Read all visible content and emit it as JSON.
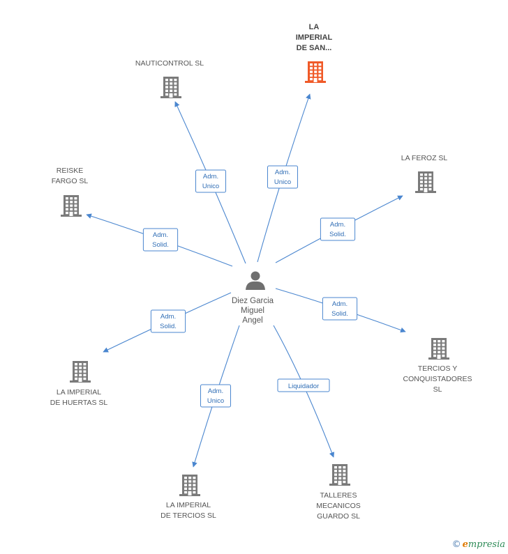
{
  "center": {
    "lines": [
      "Diez Garcia",
      "Miguel",
      "Angel"
    ],
    "icon": "person-icon"
  },
  "companies": [
    {
      "id": "la-imperial-de-san",
      "lines": [
        "LA",
        "IMPERIAL",
        "DE SAN..."
      ],
      "focus": true,
      "color": "#f05a28"
    },
    {
      "id": "nauticontrol",
      "lines": [
        "NAUTICONTROL SL"
      ],
      "focus": false,
      "color": "#7a7a7a"
    },
    {
      "id": "la-feroz",
      "lines": [
        "LA FEROZ SL"
      ],
      "focus": false,
      "color": "#7a7a7a"
    },
    {
      "id": "reiske-fargo",
      "lines": [
        "REISKE",
        "FARGO SL"
      ],
      "focus": false,
      "color": "#7a7a7a"
    },
    {
      "id": "tercios-y-conquistadores",
      "lines": [
        "TERCIOS Y",
        "CONQUISTADORES",
        "SL"
      ],
      "focus": false,
      "color": "#7a7a7a"
    },
    {
      "id": "la-imperial-de-huertas",
      "lines": [
        "LA IMPERIAL",
        "DE HUERTAS SL"
      ],
      "focus": false,
      "color": "#7a7a7a"
    },
    {
      "id": "la-imperial-de-tercios",
      "lines": [
        "LA IMPERIAL",
        "DE TERCIOS SL"
      ],
      "focus": false,
      "color": "#7a7a7a"
    },
    {
      "id": "talleres-mecanicos-guardo",
      "lines": [
        "TALLERES",
        "MECANICOS",
        "GUARDO SL"
      ],
      "focus": false,
      "color": "#7a7a7a"
    }
  ],
  "relations": [
    {
      "to": "la-imperial-de-san",
      "lines": [
        "Adm.",
        "Unico"
      ]
    },
    {
      "to": "nauticontrol",
      "lines": [
        "Adm.",
        "Unico"
      ]
    },
    {
      "to": "la-feroz",
      "lines": [
        "Adm.",
        "Solid."
      ]
    },
    {
      "to": "reiske-fargo",
      "lines": [
        "Adm.",
        "Solid."
      ]
    },
    {
      "to": "tercios-y-conquistadores",
      "lines": [
        "Adm.",
        "Solid."
      ]
    },
    {
      "to": "la-imperial-de-huertas",
      "lines": [
        "Adm.",
        "Solid."
      ]
    },
    {
      "to": "la-imperial-de-tercios",
      "lines": [
        "Adm.",
        "Unico"
      ]
    },
    {
      "to": "talleres-mecanicos-guardo",
      "lines": [
        "Liquidador"
      ]
    }
  ],
  "colors": {
    "edge": "#4a86cf",
    "building": "#7a7a7a",
    "focus": "#f05a28",
    "person": "#6f6f6f"
  },
  "watermark": {
    "symbol": "©",
    "initial": "e",
    "rest": "mpresia"
  }
}
